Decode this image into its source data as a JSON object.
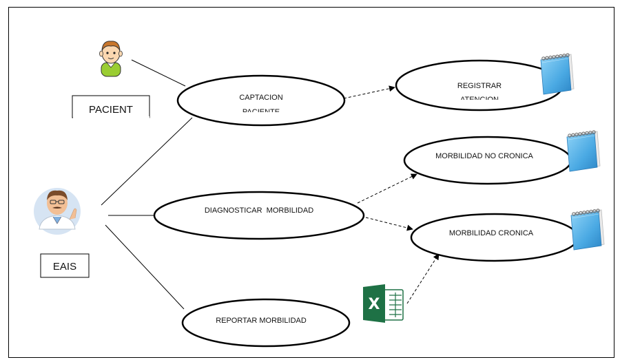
{
  "actors": [
    {
      "id": "paciente",
      "label": "PACIENT",
      "icon": "patient-boy-icon"
    },
    {
      "id": "eais",
      "label": "EAIS",
      "icon": "doctor-icon"
    }
  ],
  "use_cases": {
    "captacion": {
      "line1": "CAPTACION",
      "line2": "PACIENTE"
    },
    "registrar": {
      "line1": "REGISTRAR",
      "line2": "ATENCION"
    },
    "diagnosticar": {
      "label": "DIAGNOSTICAR  MORBILIDAD"
    },
    "no_cronica": {
      "label": "MORBILIDAD NO CRONICA"
    },
    "cronica": {
      "label": "MORBILIDAD CRONICA"
    },
    "reportar": {
      "label": "REPORTAR MORBILIDAD"
    }
  },
  "icons": {
    "notepad": "notepad-icon",
    "excel": {
      "name": "excel-icon",
      "letter": "X",
      "color": "#1e7145"
    }
  },
  "colors": {
    "line": "#000000",
    "ellipse_stroke": "#000000",
    "notepad_blue": "#5fb8ec"
  }
}
